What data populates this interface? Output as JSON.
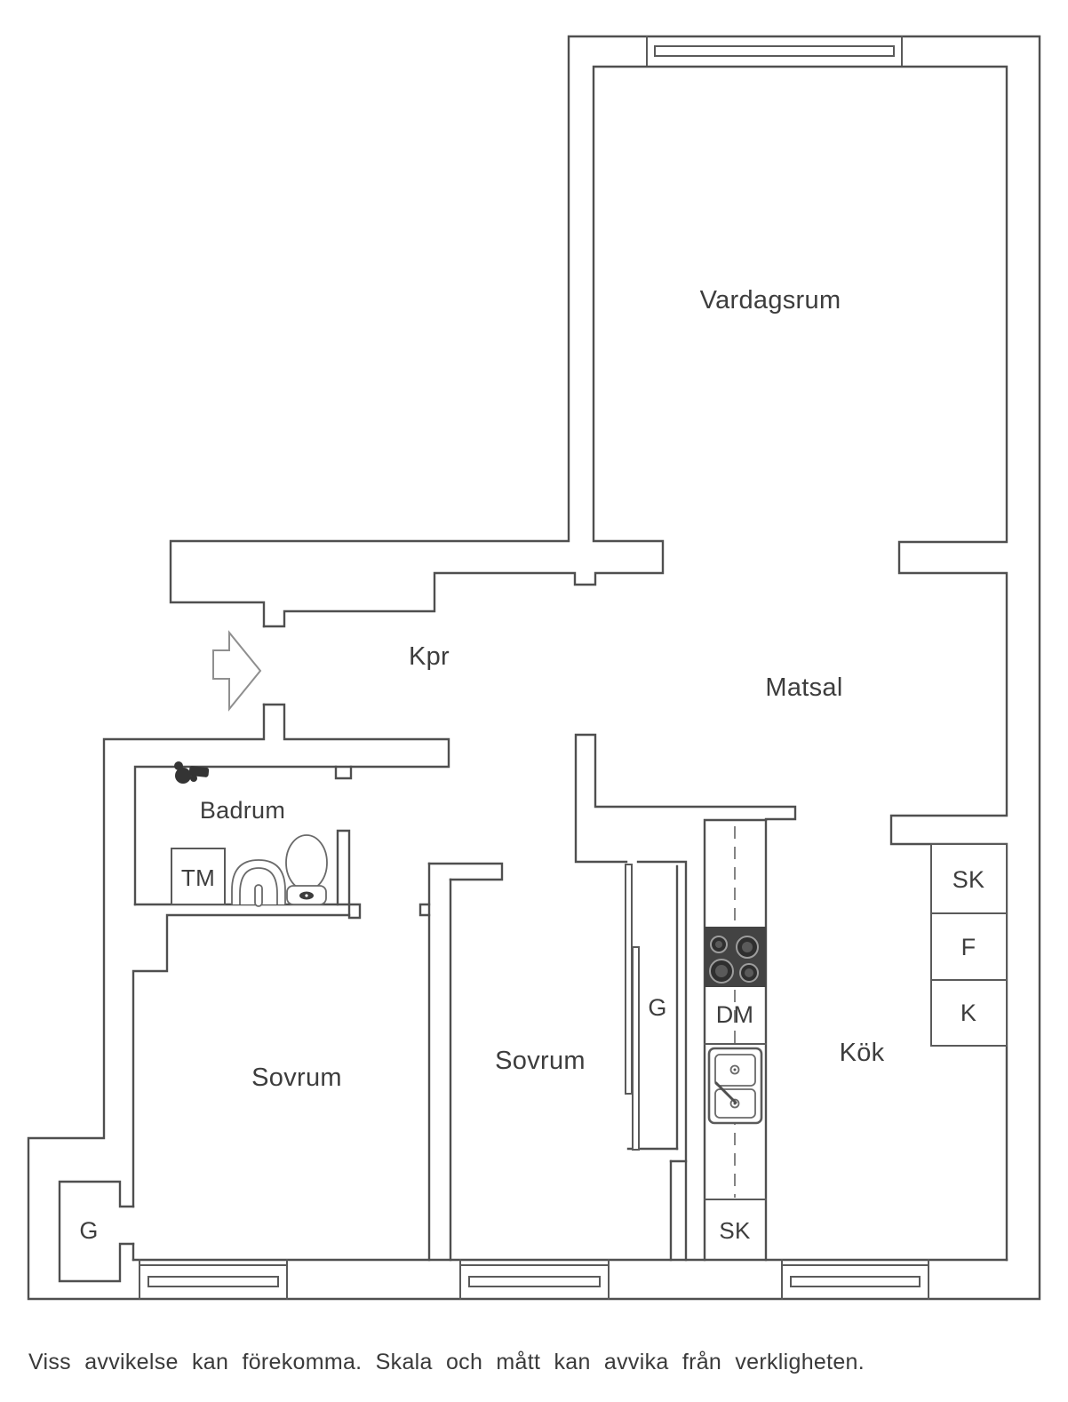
{
  "floorplan": {
    "labels": {
      "living_room": "Vardagsrum",
      "hall": "Kpr",
      "dining_room": "Matsal",
      "bathroom": "Badrum",
      "bedroom_left": "Sovrum",
      "bedroom_middle": "Sovrum",
      "kitchen": "Kök",
      "closet_bottom_left": "G",
      "closet_bedroom_middle": "G",
      "washing_machine": "TM",
      "dishwasher": "DM",
      "cabinet_kitchen_bottom": "SK",
      "cabinet_kitchen_right": "SK",
      "freezer": "F",
      "fridge": "K"
    },
    "colors": {
      "wall_line": "#4f4f4f",
      "stove_fill": "#434343",
      "text": "#3d3d3d"
    },
    "footer": "Viss avvikelse kan förekomma. Skala och mått kan avvika från verkligheten."
  }
}
